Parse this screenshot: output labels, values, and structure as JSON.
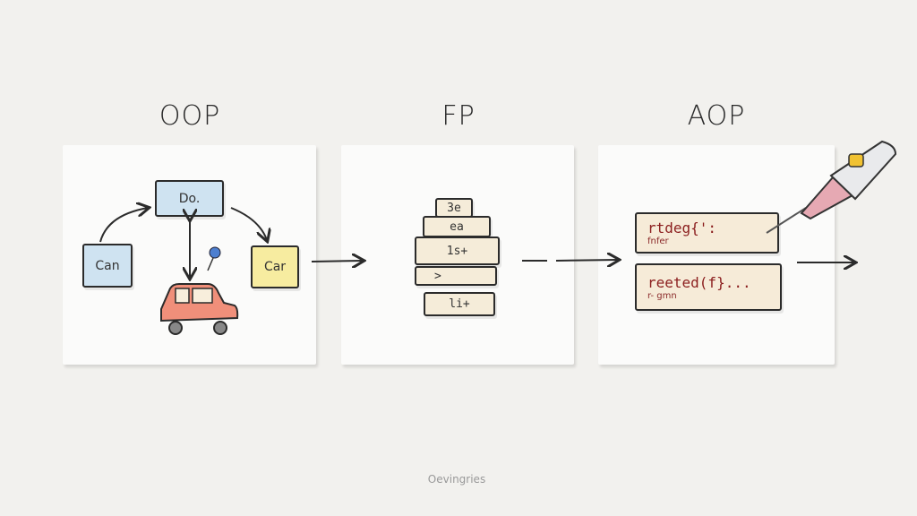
{
  "titles": {
    "oop": "OOP",
    "fp": "FP",
    "aop": "AOP"
  },
  "oop": {
    "top_box": "Do.",
    "left_box": "Can",
    "right_box": "Car"
  },
  "fp": {
    "stack": [
      "3e",
      "ea",
      "1s+",
      ">",
      "li+"
    ]
  },
  "aop": {
    "block1": {
      "main": "rtdeg{':",
      "sub": "fnfer"
    },
    "block2": {
      "main": "reeted(f}...",
      "sub": "r- gmn"
    }
  },
  "footer": "Oevingries"
}
